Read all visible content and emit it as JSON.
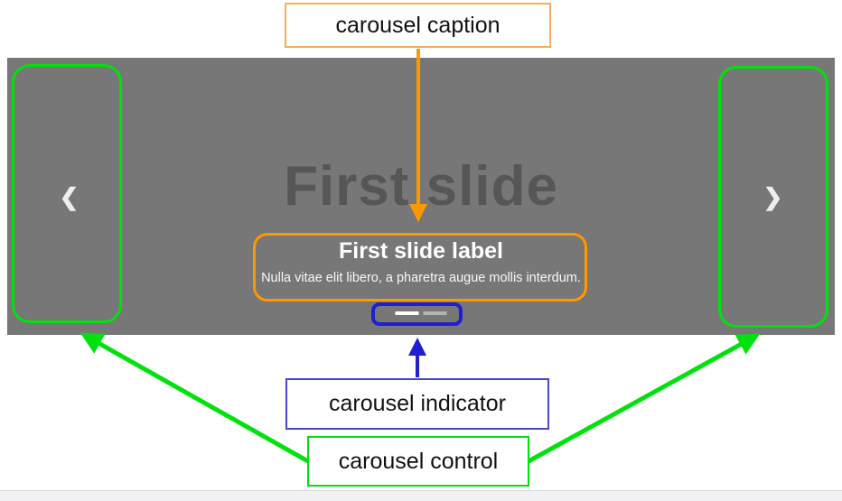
{
  "carousel": {
    "slide_title": "First slide",
    "caption": {
      "heading": "First slide label",
      "text": "Nulla vitae elit libero, a pharetra augue mollis interdum."
    },
    "prev_icon": "❮",
    "next_icon": "❯",
    "indicators": [
      {
        "active": true
      },
      {
        "active": false
      }
    ]
  },
  "annotations": {
    "caption_label": "carousel caption",
    "indicator_label": "carousel indicator",
    "control_label": "carousel control"
  },
  "colors": {
    "page_bg": "#ffffff",
    "carousel_bg": "#777777",
    "slide_title_color": "#565656",
    "orange": "#ff9800",
    "orange_light": "#f7b051",
    "blue": "#1f1fd1",
    "blue_light": "#4646cf",
    "green": "#00e10e",
    "footer_bg": "#f1f1f3",
    "footer_border": "#d8d8da"
  }
}
